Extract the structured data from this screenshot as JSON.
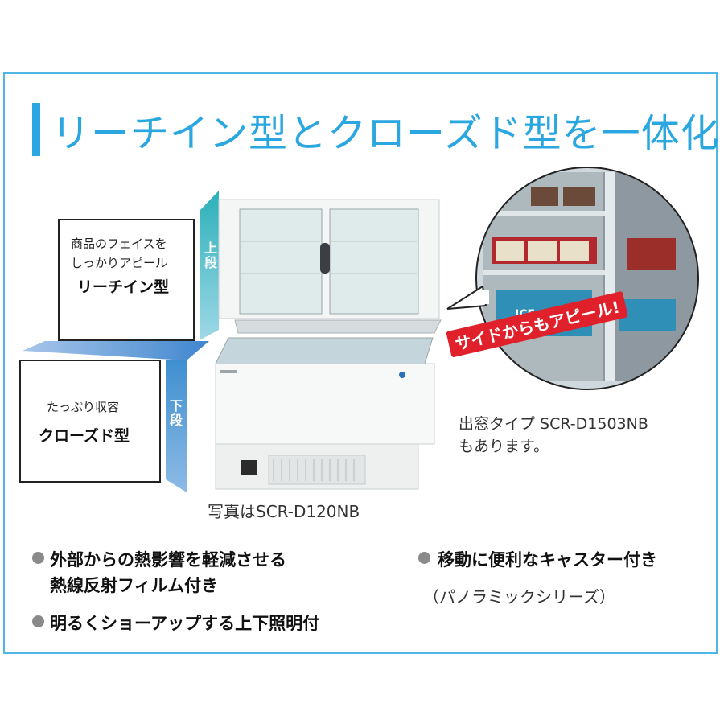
{
  "doc": {
    "title": "リーチイン型とクローズド型を一体化"
  },
  "upper": {
    "desc_line1": "商品のフェイスを",
    "desc_line2": "しっかりアピール",
    "name": "リーチイン型",
    "band_label": "上段"
  },
  "lower": {
    "desc": "たっぷり収容",
    "name": "クローズド型",
    "band_label": "下段"
  },
  "photo": {
    "caption": "写真はSCR-D120NB"
  },
  "closeup": {
    "banner": "サイドからもアピール!",
    "box_label": "ICE CREAM"
  },
  "note": {
    "line1": "出窓タイプ SCR-D1503NB",
    "line2": "もあります。"
  },
  "features": {
    "f1_line1": "外部からの熱影響を軽減させる",
    "f1_line2": "熱線反射フィルム付き",
    "f2": "明るくショーアップする上下照明付",
    "f3": "移動に便利なキャスター付き",
    "f3_sub": "（パノラミックシリーズ）"
  },
  "colors": {
    "accent": "#2aa7e0",
    "frame": "#4fb7e6",
    "band_upper": "#2bb0b9",
    "band_lower": "#3f8fd0",
    "banner_red": "#e0202a",
    "bullet_gray": "#8a8a8a"
  }
}
